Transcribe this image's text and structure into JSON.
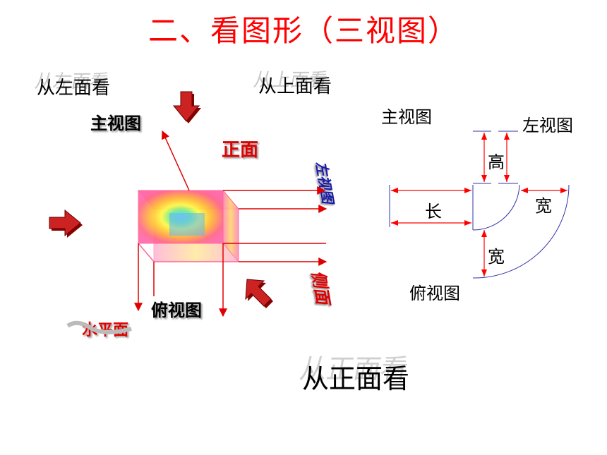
{
  "title": "二、看图形（三视图）",
  "left_diagram": {
    "from_left_shadow": "从左面看",
    "from_left": "从左面看",
    "from_top_shadow": "从上面看",
    "from_top": "从上面看",
    "front_view": "主视图",
    "front_face": "正面",
    "side_view": "左视图",
    "side_face": "侧面",
    "top_view": "俯视图",
    "horizontal_plane": "水平面",
    "from_front_shadow": "从正面看",
    "from_front": "从正面看"
  },
  "right_diagram": {
    "front_view": "主视图",
    "side_view": "左视图",
    "top_view": "俯视图",
    "height": "高",
    "length": "长",
    "width_side": "宽",
    "width_top": "宽"
  },
  "colors": {
    "title": "#ff0000",
    "arrow_red": "#cc0000",
    "line_red": "#e00000",
    "dim_red": "#ff0000",
    "arc_blue": "#3333aa",
    "box_border": "#ff6699"
  }
}
